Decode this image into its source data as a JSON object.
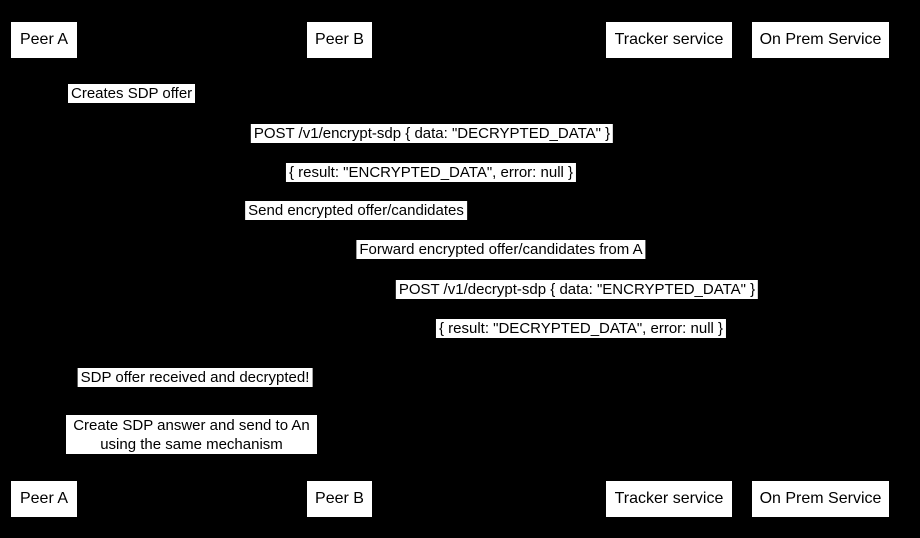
{
  "diagram_type": "sequence-diagram",
  "colors": {
    "background": "#000000",
    "box_fill": "#ffffff",
    "text": "#000000"
  },
  "actors": [
    {
      "id": "peer-a",
      "label": "Peer A"
    },
    {
      "id": "peer-b",
      "label": "Peer B"
    },
    {
      "id": "tracker-service",
      "label": "Tracker service"
    },
    {
      "id": "on-prem-service",
      "label": "On Prem Service"
    }
  ],
  "messages": [
    {
      "text": "Creates SDP offer"
    },
    {
      "text": "POST /v1/encrypt-sdp { data: \"DECRYPTED_DATA\" }"
    },
    {
      "text": "{ result: \"ENCRYPTED_DATA\", error: null }"
    },
    {
      "text": "Send encrypted offer/candidates"
    },
    {
      "text": "Forward encrypted offer/candidates from A"
    },
    {
      "text": "POST /v1/decrypt-sdp { data: \"ENCRYPTED_DATA\" }"
    },
    {
      "text": "{ result: \"DECRYPTED_DATA\", error: null }"
    },
    {
      "text": "SDP offer received and decrypted!"
    }
  ],
  "note": {
    "line1": "Create SDP answer and send to An",
    "line2": "using the same mechanism"
  }
}
